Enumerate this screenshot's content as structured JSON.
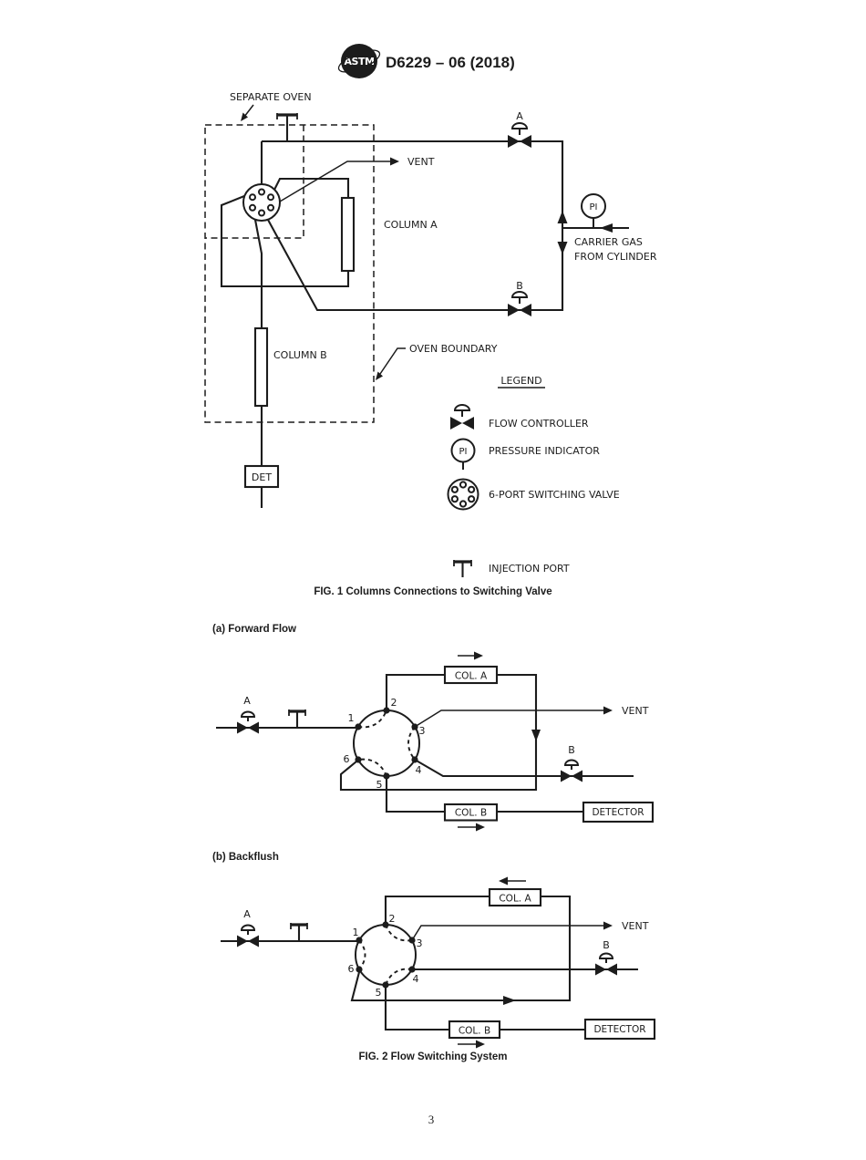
{
  "header": {
    "logo_text": "ASTM",
    "doc_code": "D6229 – 06 (2018)"
  },
  "fig1": {
    "separate_oven": "SEPARATE OVEN",
    "vent": "VENT",
    "column_a": "COLUMN A",
    "column_b": "COLUMN B",
    "valve_a": "A",
    "valve_b": "B",
    "pi": "PI",
    "carrier_line1": "CARRIER GAS",
    "carrier_line2": "FROM CYLINDER",
    "oven_boundary": "OVEN BOUNDARY",
    "det": "DET",
    "caption": "FIG. 1 Columns Connections to Switching Valve"
  },
  "legend": {
    "heading": "LEGEND",
    "flow_controller": "FLOW CONTROLLER",
    "pi": "PI",
    "pressure_indicator": "PRESSURE INDICATOR",
    "six_port": "6-PORT SWITCHING VALVE",
    "injection_port": "INJECTION PORT"
  },
  "fig2": {
    "caption": "FIG. 2 Flow Switching System",
    "forward": {
      "label": "(a) Forward Flow",
      "valve_a": "A",
      "valve_b": "B",
      "ports": [
        "1",
        "2",
        "3",
        "4",
        "5",
        "6"
      ],
      "col_a": "COL. A",
      "col_b": "COL. B",
      "detector": "DETECTOR",
      "vent": "VENT"
    },
    "backflush": {
      "label": "(b) Backflush",
      "valve_a": "A",
      "valve_b": "B",
      "ports": [
        "1",
        "2",
        "3",
        "4",
        "5",
        "6"
      ],
      "col_a": "COL. A",
      "col_b": "COL. B",
      "detector": "DETECTOR",
      "vent": "VENT"
    }
  },
  "page_number": "3",
  "colors": {
    "ink": "#1c1c1c",
    "paper": "#ffffff"
  }
}
